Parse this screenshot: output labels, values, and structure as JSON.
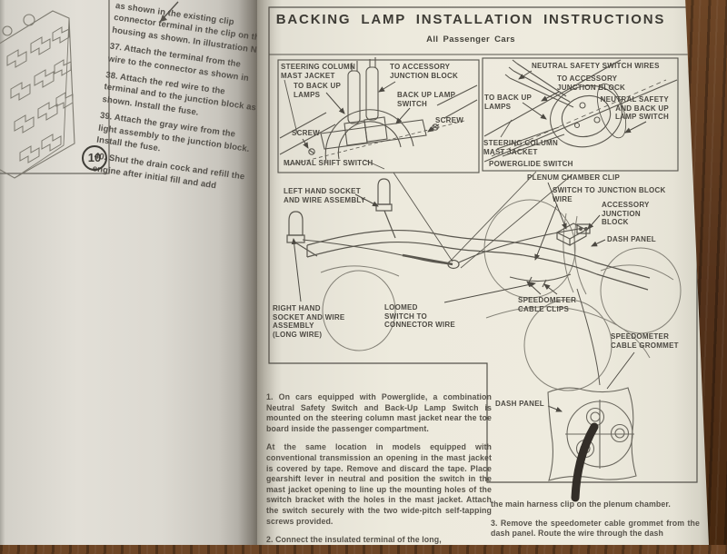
{
  "left_page": {
    "figure_number": "10",
    "text_lines": [
      "as shown in the existing clip",
      "connector terminal in the clip on the",
      "housing as shown. In illustration No.",
      "37. Attach the terminal from the",
      "wire to the connector as shown in",
      "38. Attach the red wire to the",
      "terminal and to the junction block as",
      "shown. Install the fuse.",
      "39. Attach the gray wire from the",
      "light assembly to the junction block.",
      "Install the fuse.",
      "40. Shut the drain cock and refill the",
      "engine after initial fill and add"
    ]
  },
  "right_page": {
    "title": "BACKING LAMP INSTALLATION INSTRUCTIONS",
    "subtitle": "All Passenger Cars",
    "inset_manual_shift": {
      "steering_column": [
        "STEERING COLUMN",
        "MAST JACKET"
      ],
      "to_accessory": [
        "TO ACCESSORY",
        "JUNCTION BLOCK"
      ],
      "to_back_up": [
        "TO BACK UP",
        "LAMPS"
      ],
      "back_up_switch": [
        "BACK UP LAMP",
        "SWITCH"
      ],
      "screw_left": "SCREW",
      "screw_right": "SCREW",
      "manual_shift_switch": "MANUAL SHIFT SWITCH"
    },
    "inset_powerglide": {
      "switch_wires": "NEUTRAL SAFETY SWITCH WIRES",
      "to_accessory": [
        "TO ACCESSORY",
        "JUNCTION BLOCK"
      ],
      "to_back_up": [
        "TO BACK UP",
        "LAMPS"
      ],
      "ns_switch": [
        "NEUTRAL SAFETY",
        "AND BACK UP",
        "LAMP SWITCH"
      ],
      "steering_column": [
        "STEERING COLUMN",
        "MAST JACKET"
      ],
      "powerglide_switch": "POWERGLIDE SWITCH"
    },
    "chassis_labels": {
      "left_socket": [
        "LEFT HAND SOCKET",
        "AND WIRE ASSEMBLY"
      ],
      "right_socket": [
        "RIGHT HAND",
        "SOCKET AND WIRE",
        "ASSEMBLY",
        "(LONG WIRE)"
      ],
      "loomed": [
        "LOOMED",
        "SWITCH TO",
        "CONNECTOR WIRE"
      ],
      "plenum_clip": "PLENUM CHAMBER CLIP",
      "switch_to_jb": [
        "SWITCH TO JUNCTION BLOCK",
        "WIRE"
      ],
      "accessory_jb": [
        "ACCESSORY",
        "JUNCTION",
        "BLOCK"
      ],
      "dash_panel": "DASH PANEL",
      "speedo_clips": [
        "SPEEDOMETER",
        "CABLE CLIPS"
      ],
      "speedo_grommet": [
        "SPEEDOMETER",
        "CABLE GROMMET"
      ]
    },
    "grommet_inset": {
      "dash_panel": "DASH PANEL"
    },
    "instructions_left": [
      "1. On cars equipped with Powerglide, a combination Neutral Safety Switch and Back-Up Lamp Switch is mounted on the steering column mast jacket near the toe board inside the passenger compartment.",
      "At the same location in models equipped with conventional transmission an opening in the mast jacket is covered by tape. Remove and discard the tape. Place gearshift lever in neutral and position the switch in the mast jacket opening to line up the mounting holes of the switch bracket with the holes in the mast jacket. Attach the switch securely with the two wide-pitch self-tapping screws provided.",
      "2. Connect the insulated terminal of the long,"
    ],
    "instructions_right": [
      "the main harness clip on the plenum chamber.",
      "3. Remove the speedometer cable grommet from the dash panel. Route the wire through the dash"
    ]
  },
  "colors": {
    "ink": "#4c4942",
    "line_art": "#5a574f",
    "paper_right": "#edeadd",
    "paper_left": "#e2dfd7",
    "wood": "#53311a",
    "cable": "#332e28"
  }
}
